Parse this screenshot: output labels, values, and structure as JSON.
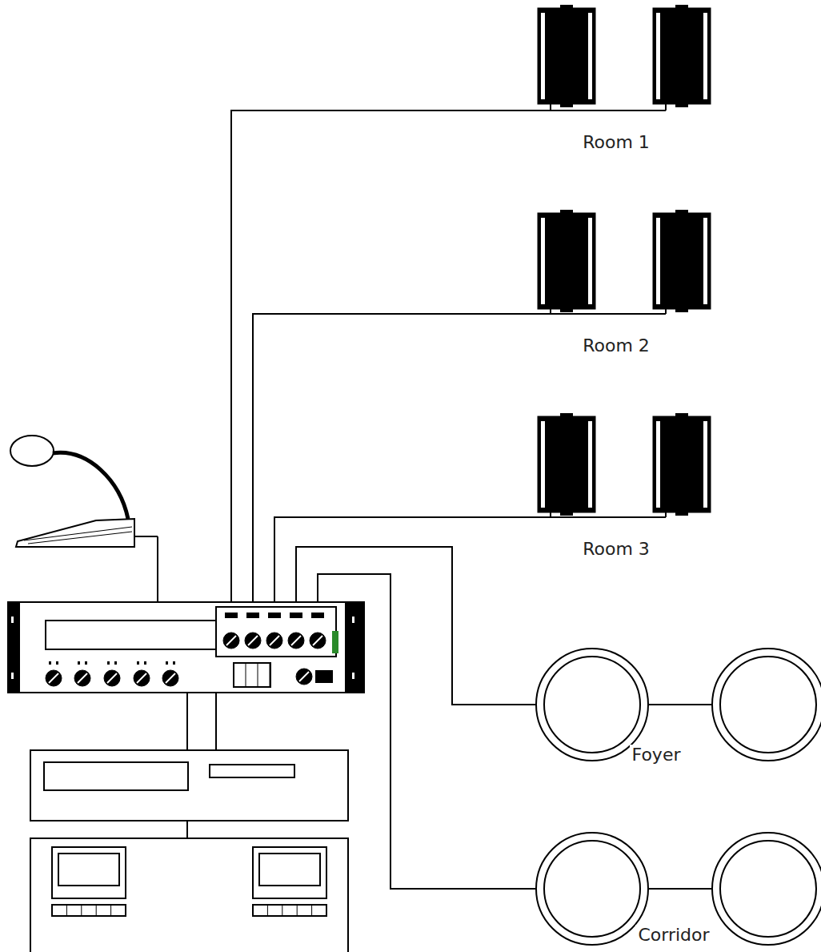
{
  "diagram": {
    "labels": [
      "Room 1",
      "Room 2",
      "Room 3",
      "Foyer",
      "Corridor"
    ]
  }
}
